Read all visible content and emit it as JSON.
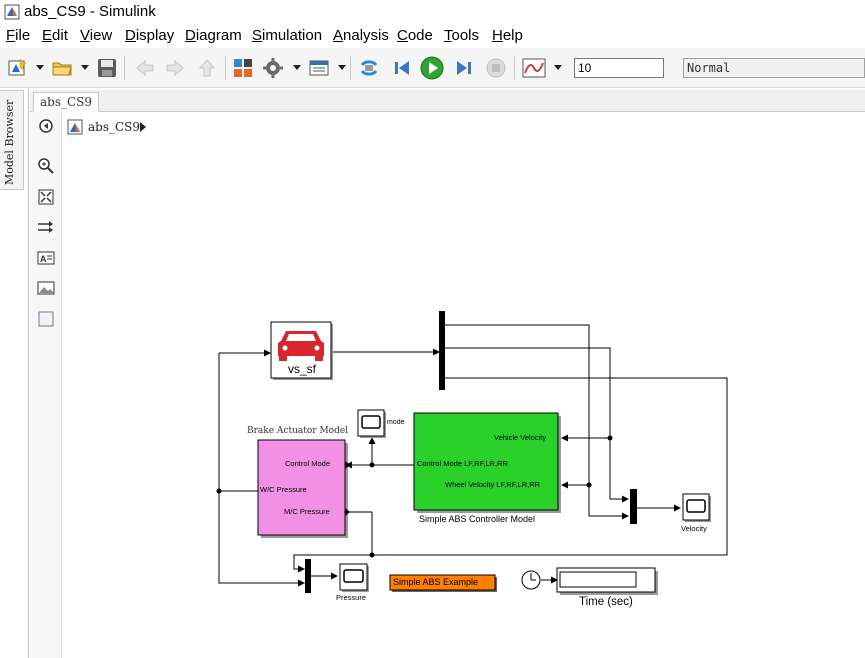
{
  "window": {
    "title": "abs_CS9 - Simulink"
  },
  "menu": [
    "File",
    "Edit",
    "View",
    "Display",
    "Diagram",
    "Simulation",
    "Analysis",
    "Code",
    "Tools",
    "Help"
  ],
  "toolbar": {
    "stop_time": "10",
    "sim_mode": "Normal",
    "icons": [
      "new-model-icon",
      "open-folder-icon",
      "save-icon",
      "back-icon",
      "forward-icon",
      "up-icon",
      "library-browser-icon",
      "model-settings-icon",
      "model-explorer-icon",
      "update-diagram-icon",
      "step-back-icon",
      "run-icon",
      "step-forward-icon",
      "stop-icon",
      "data-inspector-icon"
    ]
  },
  "side_panel": {
    "label": "Model Browser"
  },
  "tabs": [
    {
      "label": "abs_CS9"
    }
  ],
  "breadcrumb": {
    "label": "abs_CS9"
  },
  "palette": [
    "hide-show-icon",
    "zoom-icon",
    "fit-view-icon",
    "arrow-icon",
    "annotation-icon",
    "image-icon",
    "area-icon"
  ],
  "diagram": {
    "vehicle_block": "vs_sf",
    "scope_mode_label": "mode",
    "brake_model_title": "Brake Actuator Model",
    "brake_ports": [
      "Control Mode",
      "W/C Pressure",
      "M/C Pressure"
    ],
    "controller_ports": [
      "Vehicle Velocity",
      "Control Mode LF,RF,LR,RR",
      "Wheel Velocity LF,RF,LR,RR"
    ],
    "controller_name": "Simple ABS Controller Model",
    "velocity_scope": "Velocity",
    "pressure_scope": "Pressure",
    "example_annotation": "Simple ABS Example",
    "time_label": "Time (sec)",
    "colors": {
      "brake_block": "#f290e6",
      "controller_block": "#2bd12b",
      "annotation": "#ff8000",
      "vehicle_icon": "#d8262f"
    }
  }
}
